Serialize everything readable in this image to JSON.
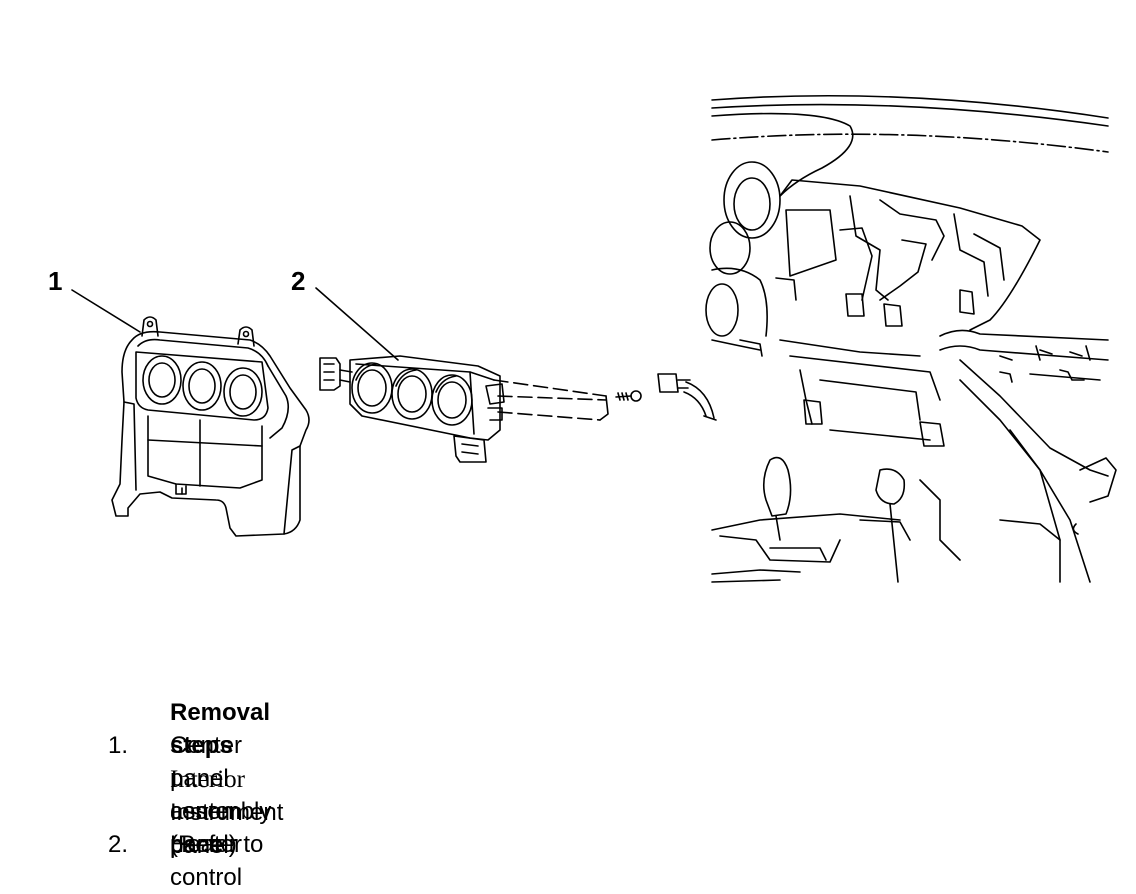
{
  "callouts": [
    "1",
    "2"
  ],
  "steps_title": "Removal steps",
  "steps": [
    {
      "number": "1.",
      "lines": [
        "Center panel assembly (Refer to",
        "Instrument panel",
        "center panel)"
      ],
      "reference": "Interior"
    },
    {
      "number": "2.",
      "lines": [
        "Heater control"
      ]
    }
  ]
}
